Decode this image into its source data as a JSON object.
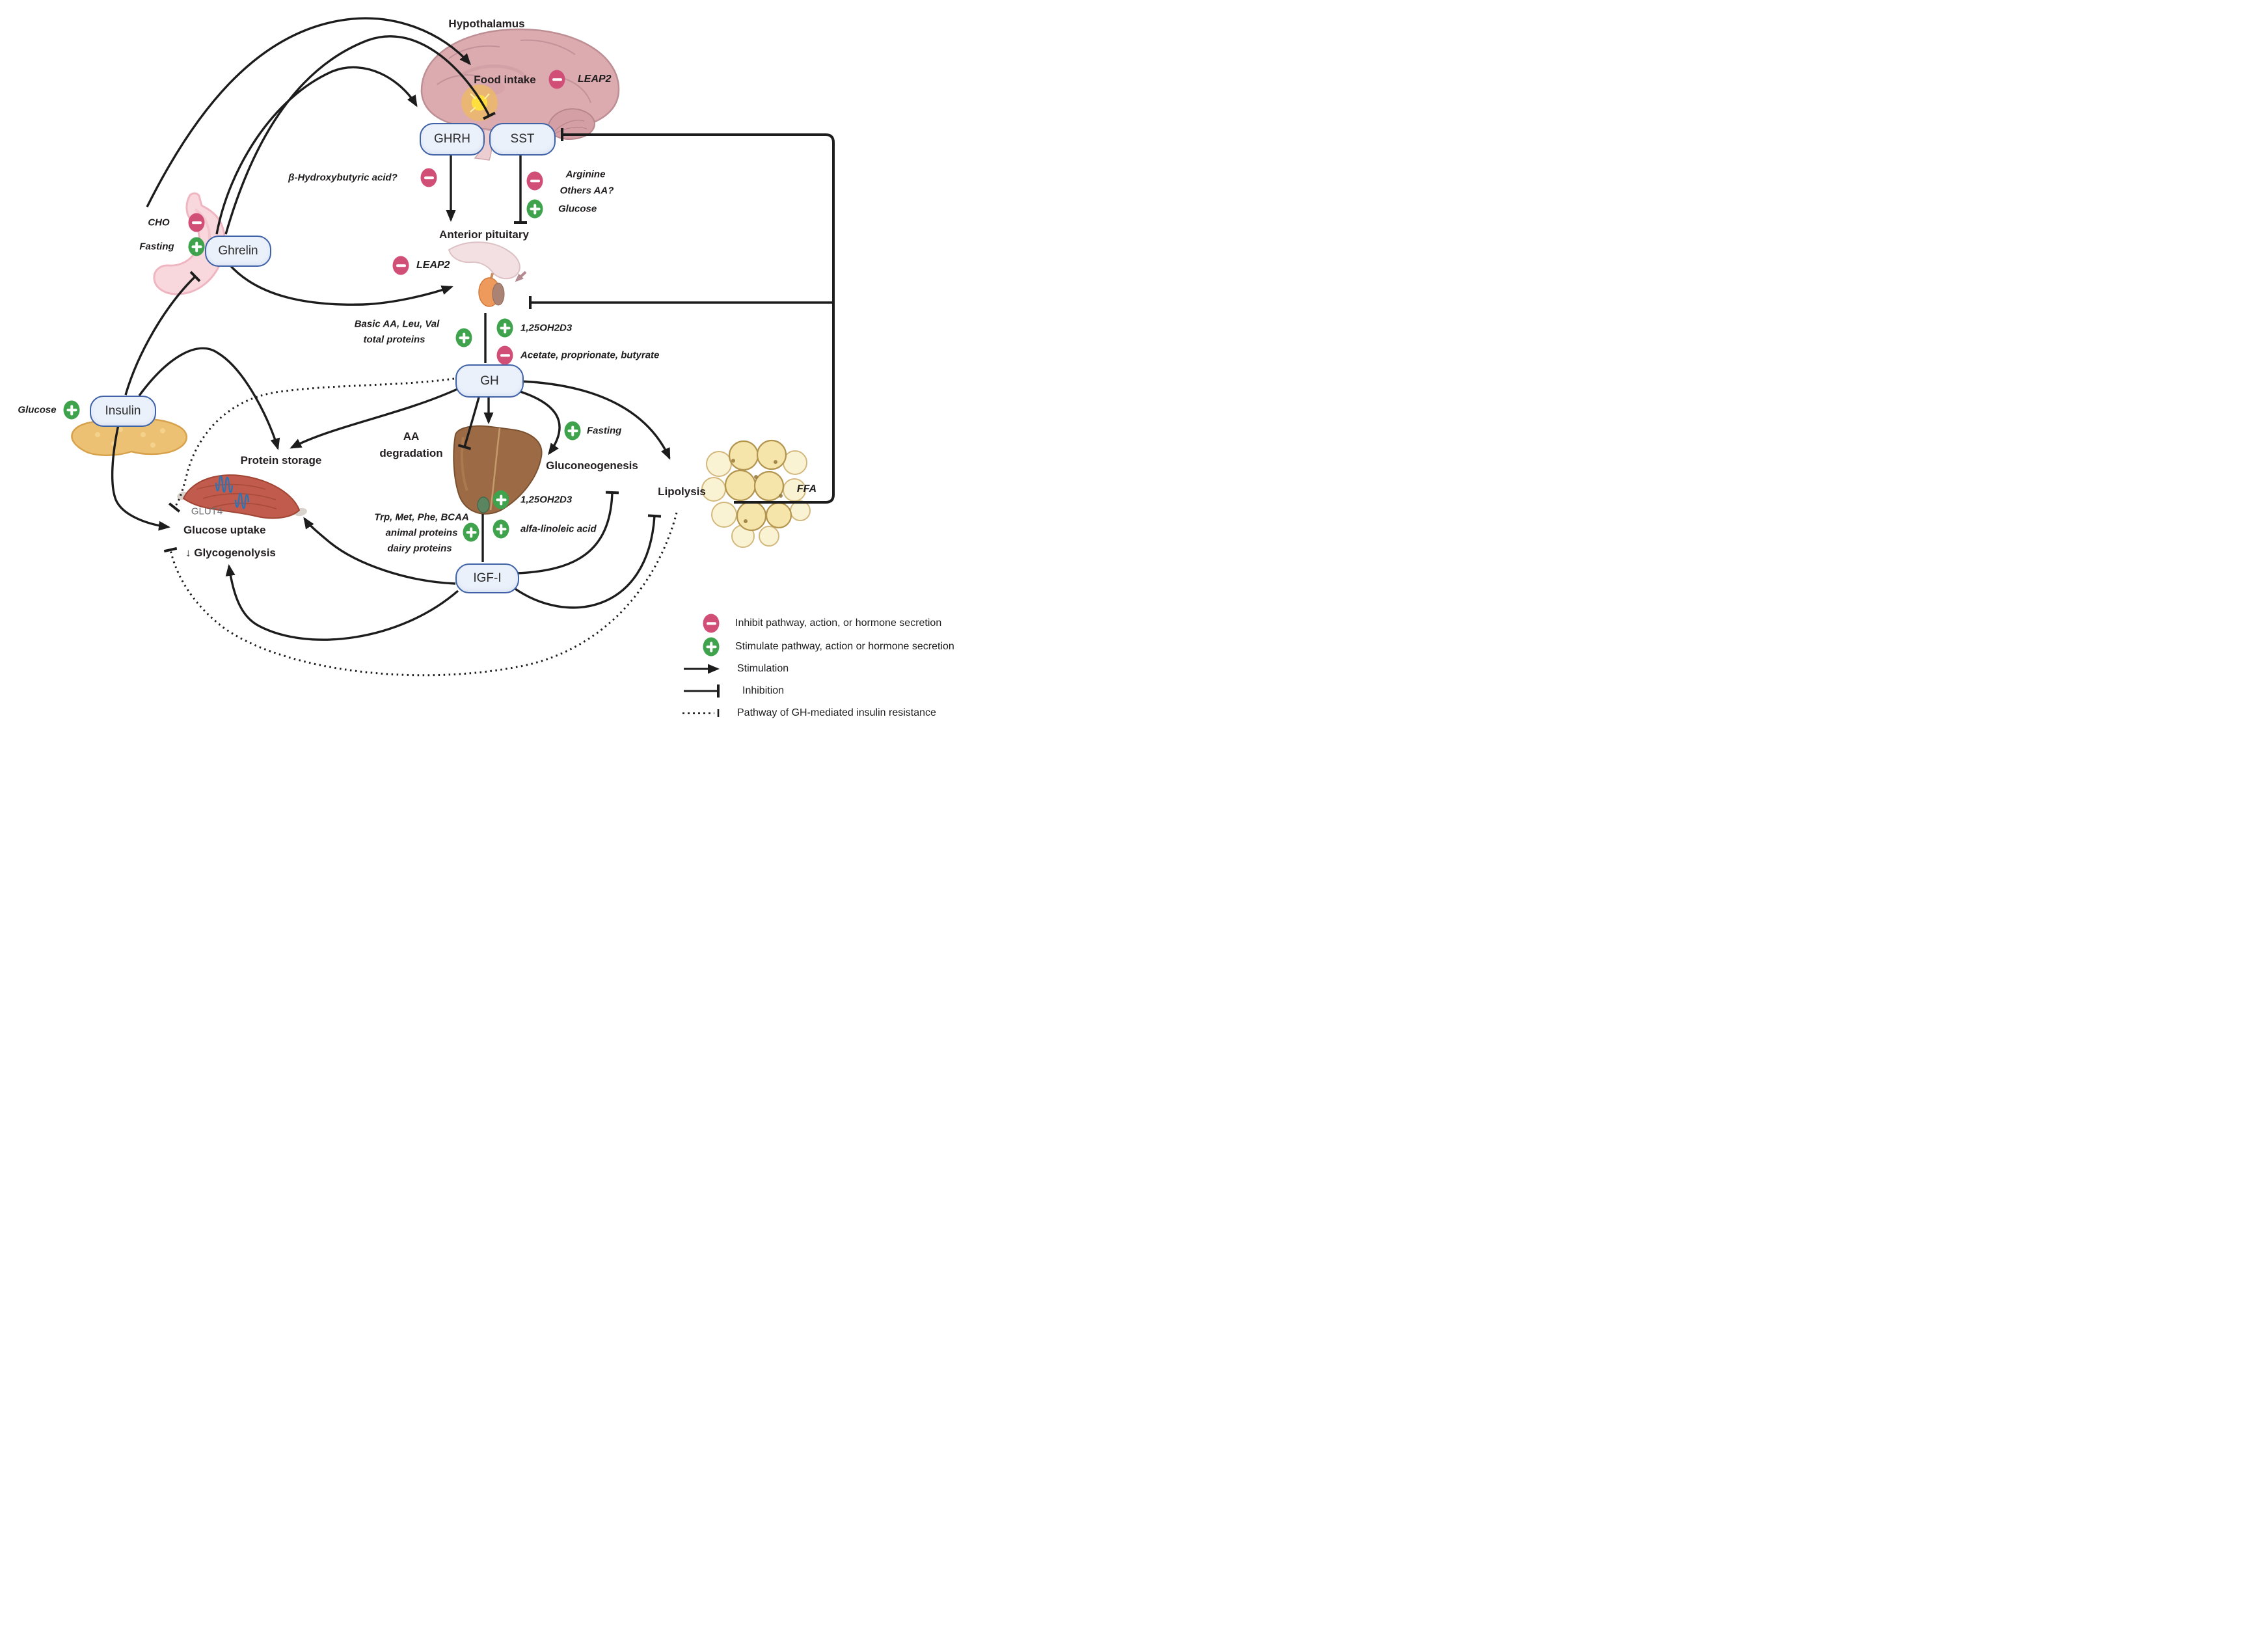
{
  "colors": {
    "inhibit": "#d14f77",
    "stimulate": "#3fa24c",
    "box-fill": "#eaf1fb",
    "box-border": "#3f62a7",
    "line": "#1c1c1c",
    "glut4-blue": "#2e73b2"
  },
  "icons": {
    "minus-icon": "pink ellipse with white horizontal bar (inhibition)",
    "plus-icon": "green ellipse with white cross (stimulation)"
  },
  "nodes": {
    "hypothalamus": "Hypothalamus",
    "food_intake": "Food intake",
    "ghrh": "GHRH",
    "sst": "SST",
    "anterior_pituitary": "Anterior pituitary",
    "ghrelin": "Ghrelin",
    "gh": "GH",
    "insulin": "Insulin",
    "igf1": "IGF-I",
    "protein_storage": "Protein storage",
    "glut4": "GLUT4",
    "aa_line1": "AA",
    "aa_line2": "degradation",
    "gluconeogenesis": "Gluconeogenesis",
    "lipolysis": "Lipolysis",
    "ffa": "FFA",
    "glucose_uptake": "Glucose uptake",
    "glycogenolysis": "↓ Glycogenolysis"
  },
  "annotations": {
    "leap2_top": "LEAP2",
    "leap2_pituitary": "LEAP2",
    "bhb": "β-Hydroxybutyric acid?",
    "arginine": "Arginine",
    "others_aa": "Others AA?",
    "glucose_sst": "Glucose",
    "cho": "CHO",
    "fasting_ghrelin": "Fasting",
    "basic_aa": "Basic AA, Leu, Val",
    "total_proteins": "total proteins",
    "vitd_gh": "1,25OH2D3",
    "acetate": "Acetate, proprionate, butyrate",
    "glucose_insulin": "Glucose",
    "fasting_liver": "Fasting",
    "vitd_liver": "1,25OH2D3",
    "ala": "alfa-linoleic acid",
    "trp": "Trp, Met, Phe, BCAA",
    "animal_proteins": "animal proteins",
    "dairy_proteins": "dairy proteins"
  },
  "legend": {
    "items": [
      {
        "icon": "minus-icon",
        "label": "Inhibit pathway, action, or hormone secretion"
      },
      {
        "icon": "plus-icon",
        "label": "Stimulate pathway, action or hormone secretion"
      },
      {
        "icon": "arrow-icon",
        "label": "Stimulation"
      },
      {
        "icon": "tbar-icon",
        "label": "Inhibition"
      },
      {
        "icon": "dashed-line-icon",
        "label": "Pathway of GH-mediated insulin resistance"
      }
    ]
  }
}
